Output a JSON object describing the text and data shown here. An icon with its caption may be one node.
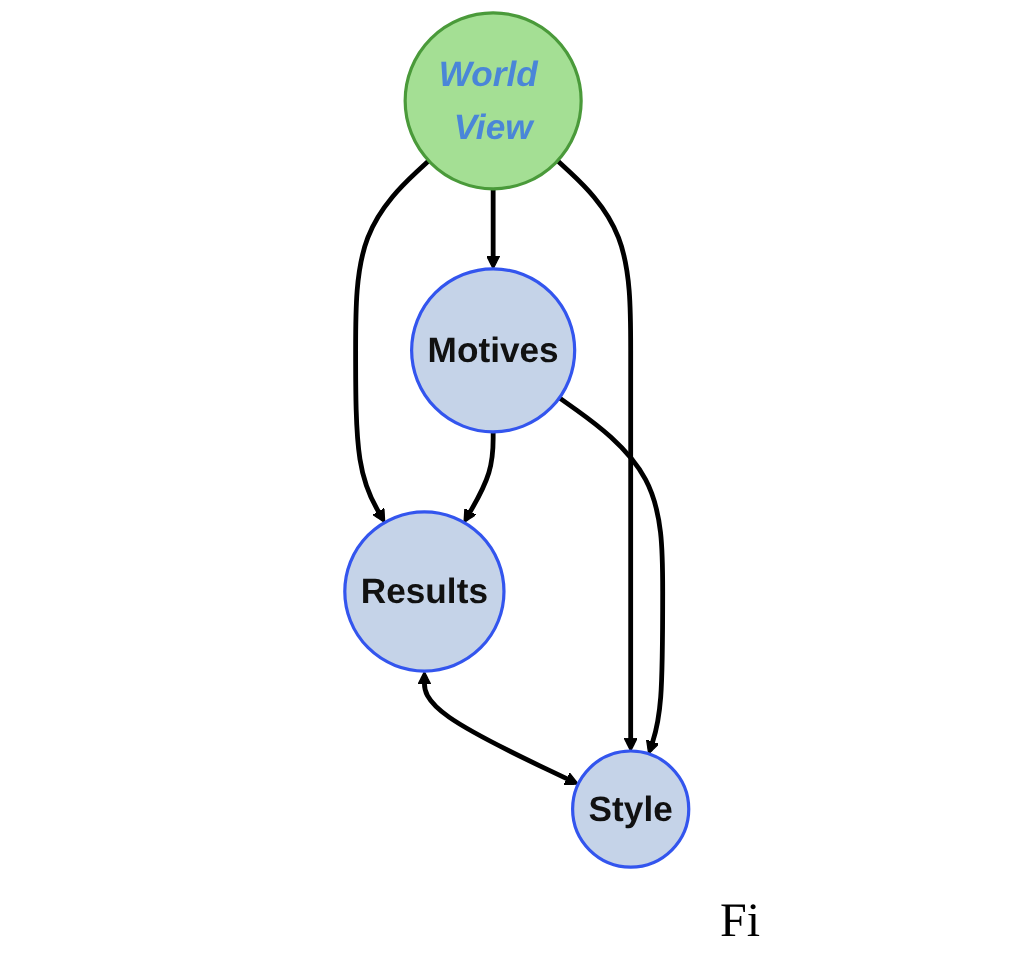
{
  "diagram": {
    "nodes": [
      {
        "text": [
          "Results"
        ]
      },
      {
        "text": [
          "Style"
        ]
      },
      {
        "text": [
          "World View"
        ]
      },
      {
        "text": [
          "Motives"
        ]
      }
    ],
    "edges": [
      {
        "from": 0,
        "to": 1,
        "arrow": "both"
      },
      {
        "from": 2,
        "to": 0,
        "arrow": "to"
      },
      {
        "from": 2,
        "to": 1,
        "arrow": "to"
      },
      {
        "from": 2,
        "to": 3,
        "arrow": "to"
      },
      {
        "from": 3,
        "to": 0,
        "arrow": "to"
      },
      {
        "from": 3,
        "to": 1,
        "arrow": "to"
      }
    ],
    "labels": [
      "Fi"
    ]
  }
}
